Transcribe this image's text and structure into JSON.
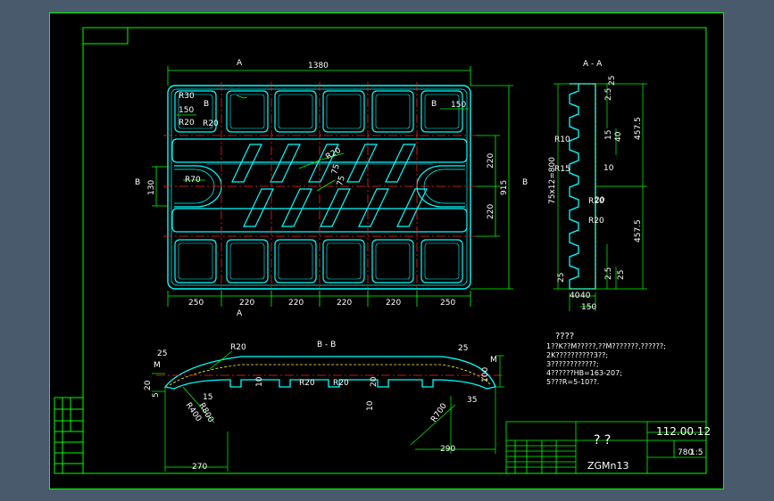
{
  "colors": {
    "background": "#485a6c",
    "sheet": "#000000",
    "frame": "#00ff00",
    "part": "#00ffff",
    "center_line": "#ff2020",
    "dimension": "#00ff00",
    "text": "#ffffff",
    "hatch": "#ffff00"
  },
  "plan_view": {
    "overall_width": "1380",
    "bottom_dims": [
      "250",
      "220",
      "220",
      "220",
      "220",
      "250"
    ],
    "right_dims": [
      "220",
      "220"
    ],
    "overall_height": "915",
    "left_dim": "130",
    "labels": {
      "r30": "R30",
      "d150_left": "150",
      "d150_right": "150",
      "r20a": "R20",
      "r20b": "R20",
      "r70": "R70",
      "r20c": "R20",
      "d75a": "75",
      "d75b": "75"
    },
    "section_a_top": "A",
    "section_a_bottom": "A",
    "section_b_left": "B",
    "section_b_right": "B",
    "marker_b1": "B",
    "marker_b2": "B"
  },
  "section_aa": {
    "title": "A - A",
    "dims": [
      "25",
      "2.5",
      "15",
      "40",
      "457.5",
      "10",
      "20",
      "457.5",
      "2.5",
      "25",
      "25",
      "40",
      "40",
      "150"
    ],
    "radii": [
      "R10",
      "R15",
      "R20",
      "R20"
    ],
    "pitch": "75x12=800"
  },
  "section_bb": {
    "title": "B - B",
    "dims": [
      "25",
      "20",
      "5",
      "15",
      "10",
      "20",
      "10",
      "25",
      "100",
      "35",
      "270",
      "290"
    ],
    "radii": [
      "R20",
      "R400",
      "R800",
      "R20",
      "R20",
      "R700"
    ],
    "marker": "M"
  },
  "notes": {
    "heading": "????",
    "lines": [
      "1??K??M?????,??M???????,??????;",
      "2K??????????3??;",
      "3????????????;",
      "4??????HB=163-207;",
      "5???R=5-10??."
    ]
  },
  "title_block": {
    "drawing_number": "112.00.12",
    "name": "? ?",
    "material": "ZGMn13",
    "weight": "780",
    "scale": "1:5"
  }
}
